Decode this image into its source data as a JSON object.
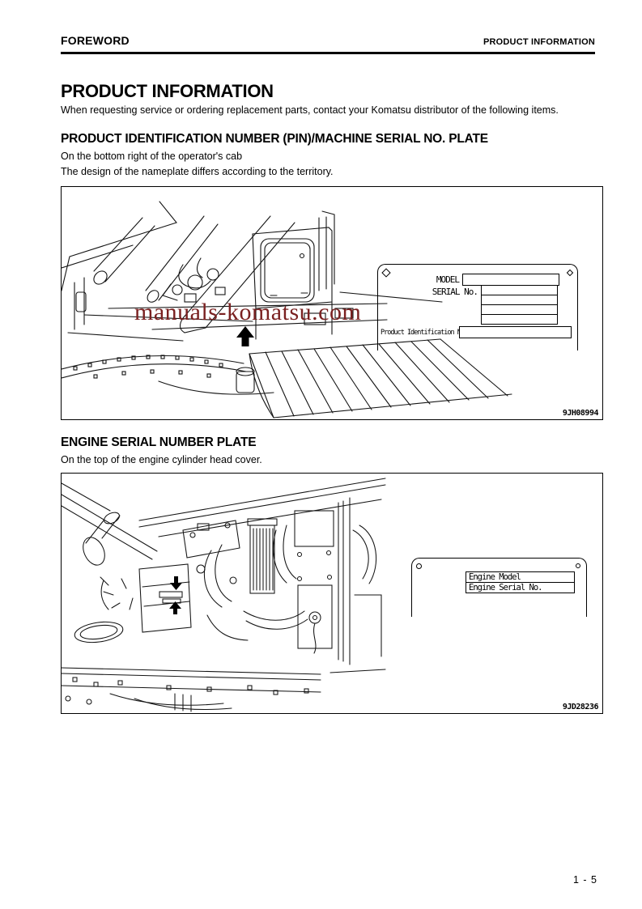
{
  "header": {
    "left": "FOREWORD",
    "right": "PRODUCT INFORMATION"
  },
  "title": "PRODUCT INFORMATION",
  "intro": "When requesting service or ordering replacement parts, contact your Komatsu distributor of the following items.",
  "section_pin": {
    "heading": "PRODUCT IDENTIFICATION NUMBER (PIN)/MACHINE SERIAL NO. PLATE",
    "line1": "On the bottom right of the operator's cab",
    "line2": "The design of the nameplate differs according to the territory.",
    "watermark": "manuals-komatsu.com",
    "figure_code": "9JH08994",
    "plate": {
      "model_label": "MODEL",
      "serial_label": "SERIAL No.",
      "serial_box_count": 4,
      "pin_label": "Product Identification Number"
    }
  },
  "section_engine": {
    "heading": "ENGINE SERIAL NUMBER PLATE",
    "line1": "On the top of the engine cylinder head cover.",
    "figure_code": "9JD28236",
    "plate": {
      "row1": "Engine Model",
      "row2": "Engine Serial No."
    }
  },
  "footer": {
    "page_number": "1 - 5"
  },
  "colors": {
    "watermark_red": "#7a2121",
    "line_black": "#000000"
  }
}
